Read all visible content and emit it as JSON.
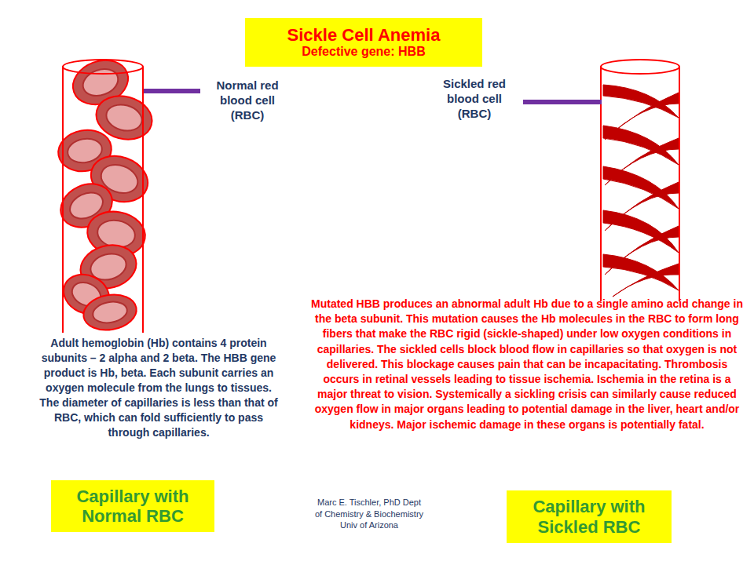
{
  "diagram": {
    "nodes": [
      {
        "text": [
          "Sickle Cell Anemia",
          "Defective gene: HBB"
        ]
      },
      {
        "text": [
          "Capillary with Normal RBC"
        ]
      },
      {
        "text": [
          "Capillary with Sickled RBC"
        ]
      }
    ],
    "labels": [
      "Normal red blood cell (RBC)",
      "Sickled red blood cell (RBC)",
      "Adult hemoglobin (Hb) contains 4 protein subunits – 2 alpha and 2 beta. The HBB gene product is Hb, beta. Each subunit carries an oxygen molecule from the lungs to tissues. The diameter of capillaries is less than that of RBC, which can fold sufficiently to pass through capillaries.",
      "Mutated HBB produces an abnormal adult Hb due to a single amino acid change in the beta subunit. This mutation causes the Hb molecules in the RBC to form long fibers that make the RBC rigid (sickle-shaped) under low oxygen conditions in capillaries. The sickled cells block blood flow in capillaries so that oxygen is not delivered. This blockage causes pain that can be incapacitating. Thrombosis occurs in retinal vessels leading to tissue ischemia. Ischemia in the retina is a major threat to vision. Systemically a sickling crisis can similarly cause reduced oxygen flow in major organs leading to potential damage in the liver, heart and/or kidneys. Major ischemic damage in these organs is potentially fatal.",
      "Marc E. Tischler, PhD Dept of Chemistry & Biochemistry Univ of Arizona"
    ]
  }
}
